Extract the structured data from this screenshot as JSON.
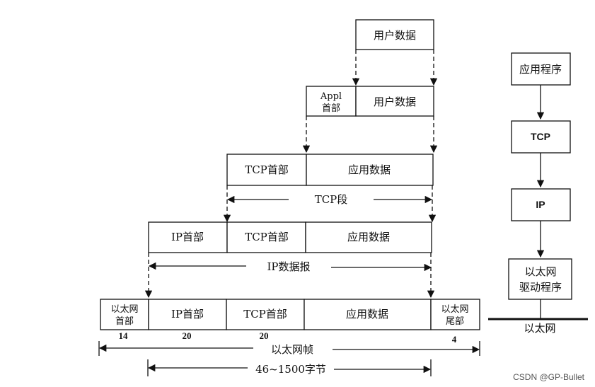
{
  "encapsulation": {
    "user_data": "用户数据",
    "appl_header_line1": "Appl",
    "appl_header_line2": "首部",
    "tcp_header": "TCP首部",
    "app_data": "应用数据",
    "tcp_segment": "TCP段",
    "ip_header": "IP首部",
    "ip_datagram": "IP数据报",
    "eth_header_line1": "以太网",
    "eth_header_line2": "首部",
    "eth_trailer_line1": "以太网",
    "eth_trailer_line2": "尾部",
    "size_eth_header": "14",
    "size_ip_header": "20",
    "size_tcp_header": "20",
    "size_eth_trailer": "4",
    "eth_frame": "以太网帧",
    "frame_payload_range": "46~1500字节"
  },
  "stack": {
    "application": "应用程序",
    "tcp": "TCP",
    "ip": "IP",
    "driver_line1": "以太网",
    "driver_line2": "驱动程序",
    "ethernet": "以太网"
  },
  "watermark": "CSDN @GP-Bullet"
}
